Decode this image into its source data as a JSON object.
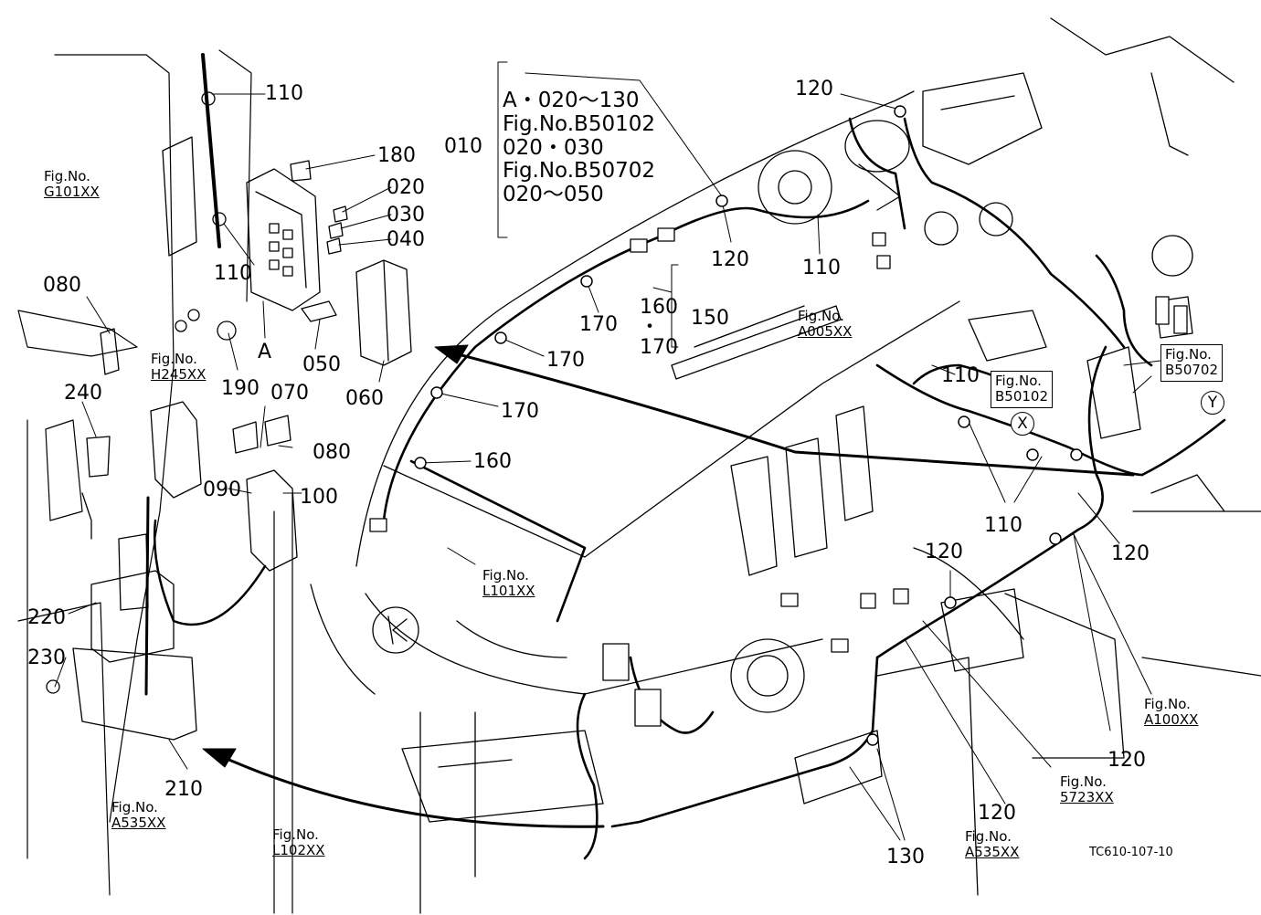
{
  "callouts": {
    "c110_top": "110",
    "c180": "180",
    "c020": "020",
    "c030": "030",
    "c040": "040",
    "c110_fuse": "110",
    "c080_left": "080",
    "c190": "190",
    "cA": "A",
    "c050": "050",
    "c060": "060",
    "c240": "240",
    "c070": "070",
    "c080_mid": "080",
    "c090": "090",
    "c100": "100",
    "c220": "220",
    "c230": "230",
    "c210": "210",
    "c010": "010",
    "c120_top": "120",
    "c120_harness": "120",
    "c110_mid": "110",
    "c160_a": "160",
    "c170_b": "170",
    "c150": "150",
    "c170_a": "170",
    "c170_c": "170",
    "c170_d": "170",
    "c160_b": "160",
    "c110_right": "110",
    "c110_bottom": "110",
    "c120_right": "120",
    "c120_mid": "120",
    "c120_lower": "120",
    "c120_bottom": "120",
    "c130": "130"
  },
  "bracket_note": {
    "line1": "A・020～130",
    "line2": "Fig.No.B50102",
    "line3": "020・030",
    "line4": "Fig.No.B50702",
    "line5": "020～050"
  },
  "group_note": {
    "line1": "160",
    "line2": "・",
    "line3": "170"
  },
  "figrefs": {
    "g101": {
      "label": "Fig.No.",
      "code": "G101XX"
    },
    "h245": {
      "label": "Fig.No.",
      "code": "H245XX"
    },
    "a535_left": {
      "label": "Fig.No.",
      "code": "A535XX"
    },
    "l102": {
      "label": "Fig.No.",
      "code": "L102XX"
    },
    "l101": {
      "label": "Fig.No.",
      "code": "L101XX"
    },
    "a005": {
      "label": "Fig.No.",
      "code": "A005XX"
    },
    "b50102": {
      "label": "Fig.No.",
      "code": "B50102"
    },
    "b50702": {
      "label": "Fig.No.",
      "code": "B50702"
    },
    "a100": {
      "label": "Fig.No.",
      "code": "A100XX"
    },
    "s5723": {
      "label": "Fig.No.",
      "code": "5723XX"
    },
    "a535_right": {
      "label": "Fig.No.",
      "code": "A535XX"
    }
  },
  "markers": {
    "x": "X",
    "y": "Y"
  },
  "drawing_code": "TC610-107-10"
}
